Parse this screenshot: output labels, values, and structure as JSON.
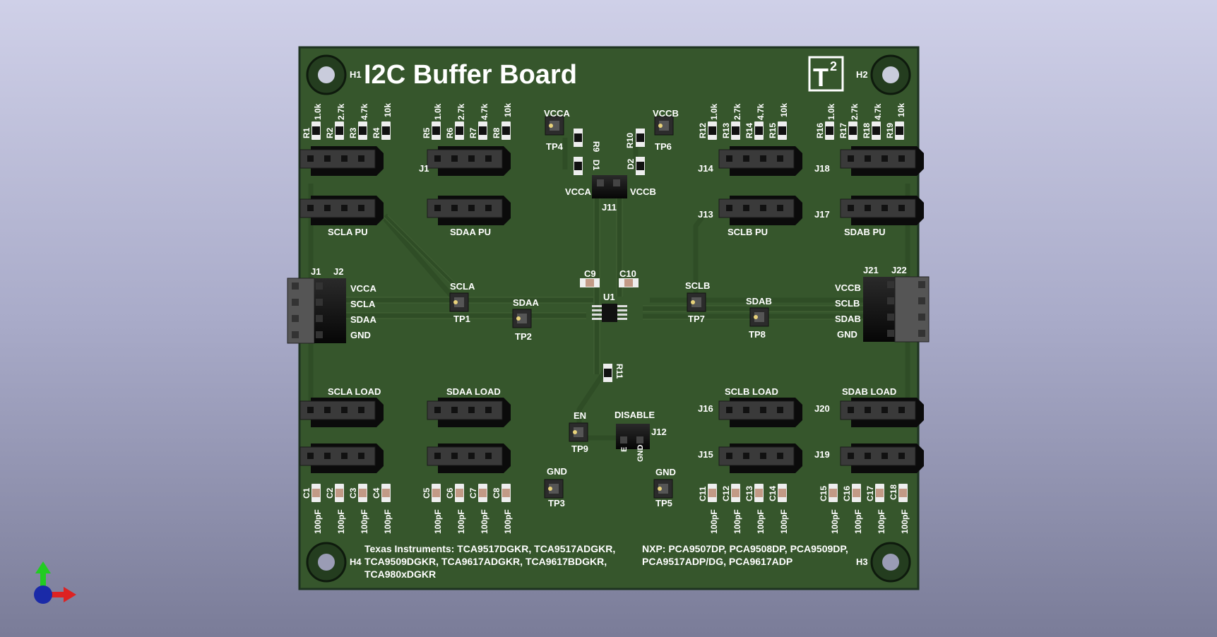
{
  "board": {
    "title": "I2C Buffer Board",
    "logo": "T2",
    "logo_base": "T",
    "logo_sup": "2",
    "footer_ti_1": "Texas Instruments: TCA9517DGKR, TCA9517ADGKR,",
    "footer_ti_2": "TCA9509DGKR, TCA9617ADGKR, TCA9617BDGKR,",
    "footer_ti_3": "TCA980xDGKR",
    "footer_nxp_1": "NXP: PCA9507DP, PCA9508DP, PCA9509DP,",
    "footer_nxp_2": "PCA9517ADP/DG, PCA9617ADP",
    "colors": {
      "board": "#36562c",
      "edge": "#1e3320",
      "silk": "#ffffff",
      "copper": "#c8a97c"
    }
  },
  "holes": {
    "h1": "H1",
    "h2": "H2",
    "h3": "H3",
    "h4": "H4"
  },
  "resistors": {
    "r1": "R1",
    "r2": "R2",
    "r3": "R3",
    "r4": "R4",
    "r5": "R5",
    "r6": "R6",
    "r7": "R7",
    "r8": "R8",
    "r9": "R9",
    "r10": "R10",
    "r11": "R11",
    "r12": "R12",
    "r13": "R13",
    "r14": "R14",
    "r15": "R15",
    "r16": "R16",
    "r17": "R17",
    "r18": "R18",
    "r19": "R19",
    "v1": "1.0k",
    "v2": "2.7k",
    "v3": "4.7k",
    "v4": "10k"
  },
  "caps": {
    "c1": "C1",
    "c2": "C2",
    "c3": "C3",
    "c4": "C4",
    "c5": "C5",
    "c6": "C6",
    "c7": "C7",
    "c8": "C8",
    "c9": "C9",
    "c10": "C10",
    "c11": "C11",
    "c12": "C12",
    "c13": "C13",
    "c14": "C14",
    "c15": "C15",
    "c16": "C16",
    "c17": "C17",
    "c18": "C18",
    "value": "100pF"
  },
  "diodes": {
    "d1": "D1",
    "d2": "D2"
  },
  "ic": {
    "u1": "U1"
  },
  "connectors": {
    "j1": "J1",
    "j2": "J2",
    "j11": "J11",
    "j12": "J12",
    "j13": "J13",
    "j14": "J14",
    "j15": "J15",
    "j16": "J16",
    "j17": "J17",
    "j18": "J18",
    "j19": "J19",
    "j20": "J20",
    "j21": "J21",
    "j22": "J22",
    "j10_partial": "J1"
  },
  "testpoints": {
    "tp1": "TP1",
    "tp2": "TP2",
    "tp3": "TP3",
    "tp4": "TP4",
    "tp5": "TP5",
    "tp6": "TP6",
    "tp7": "TP7",
    "tp8": "TP8",
    "tp9": "TP9"
  },
  "signals": {
    "vcca": "VCCA",
    "vccb": "VCCB",
    "scla": "SCLA",
    "sdaa": "SDAA",
    "sclb": "SCLB",
    "sdab": "SDAB",
    "gnd": "GND",
    "en": "EN",
    "en_partial": "E",
    "disable": "DISABLE"
  },
  "groups": {
    "scla_pu": "SCLA PU",
    "sdaa_pu": "SDAA PU",
    "sclb_pu": "SCLB PU",
    "sdab_pu": "SDAB PU",
    "scla_load": "SCLA LOAD",
    "sdaa_load": "SDAA LOAD",
    "sclb_load": "SCLB LOAD",
    "sdab_load": "SDAB LOAD"
  }
}
